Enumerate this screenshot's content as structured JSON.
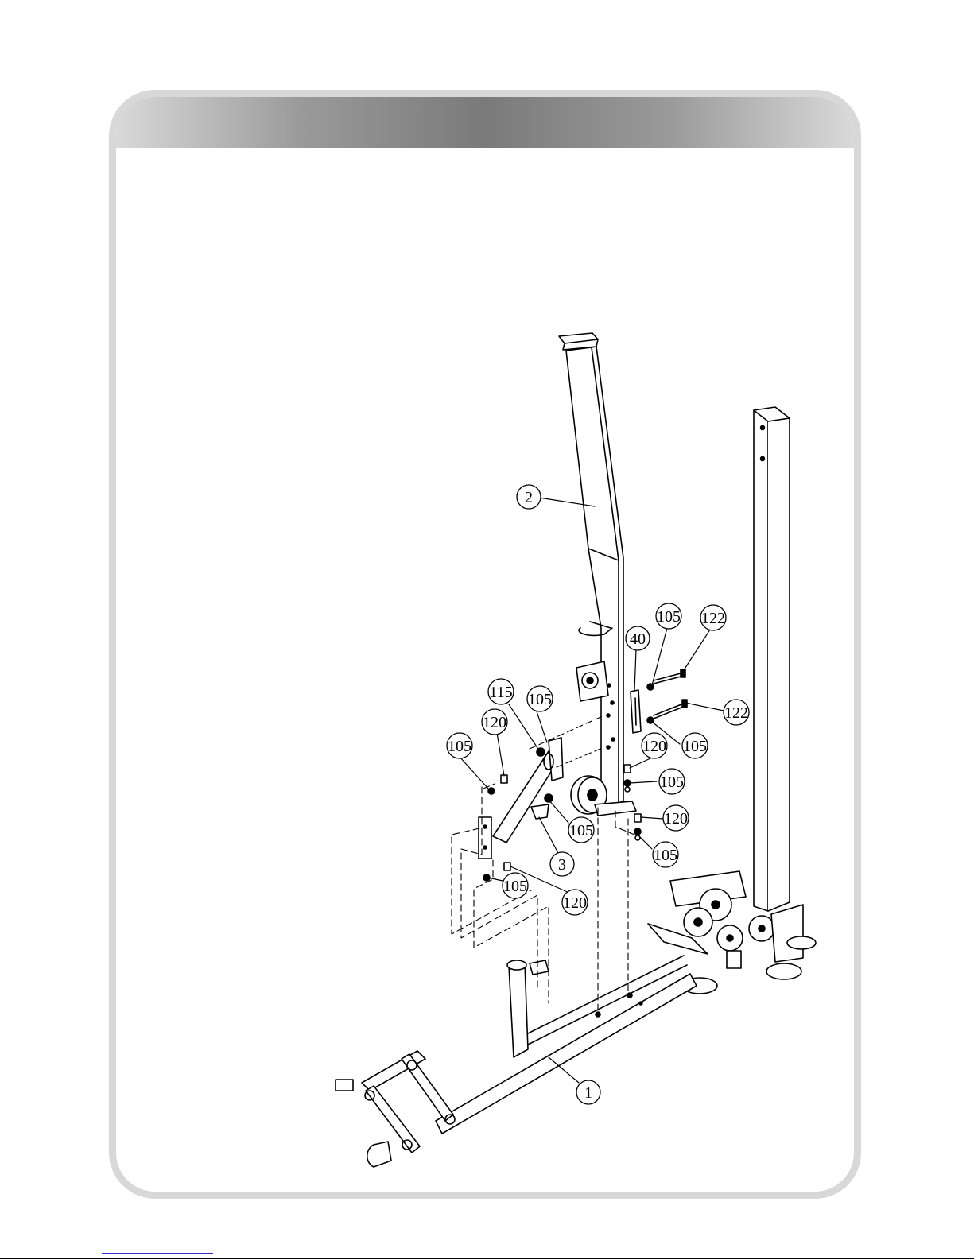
{
  "figure": {
    "callouts": [
      {
        "id": "c-2",
        "label": "2"
      },
      {
        "id": "c-105-a",
        "label": "105"
      },
      {
        "id": "c-122-a",
        "label": "122"
      },
      {
        "id": "c-40",
        "label": "40"
      },
      {
        "id": "c-115",
        "label": "115"
      },
      {
        "id": "c-105-b",
        "label": "105"
      },
      {
        "id": "c-120-a",
        "label": "120"
      },
      {
        "id": "c-122-b",
        "label": "122"
      },
      {
        "id": "c-105-c",
        "label": "105"
      },
      {
        "id": "c-105-d",
        "label": "105"
      },
      {
        "id": "c-120-b",
        "label": "120"
      },
      {
        "id": "c-105-e",
        "label": "105"
      },
      {
        "id": "c-120-c",
        "label": "120"
      },
      {
        "id": "c-105-f",
        "label": "105"
      },
      {
        "id": "c-105-g",
        "label": "105"
      },
      {
        "id": "c-3",
        "label": "3"
      },
      {
        "id": "c-105-h",
        "label": "105"
      },
      {
        "id": "c-120-d",
        "label": "120"
      },
      {
        "id": "c-1",
        "label": "1"
      }
    ]
  },
  "colors": {
    "frame": "#d8d8d8",
    "band_dark": "#7a7a7a",
    "line": "#000000"
  }
}
